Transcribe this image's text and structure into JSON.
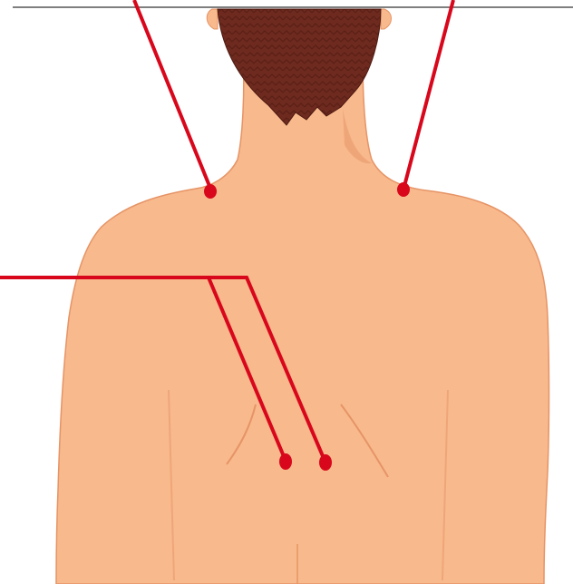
{
  "colors": {
    "background": "#ffffff",
    "skin": "#f8b98c",
    "skin_shadow": "#eea679",
    "skin_outline": "#e69466",
    "hair": "#6e2a1e",
    "hair_dark": "#4d1a12",
    "marker": "#d8071c",
    "top_rule": "#555555"
  },
  "points": [
    {
      "name": "left-shoulder-point",
      "label": ""
    },
    {
      "name": "right-shoulder-point",
      "label": ""
    },
    {
      "name": "left-back-point",
      "label": ""
    },
    {
      "name": "right-back-point",
      "label": ""
    }
  ]
}
